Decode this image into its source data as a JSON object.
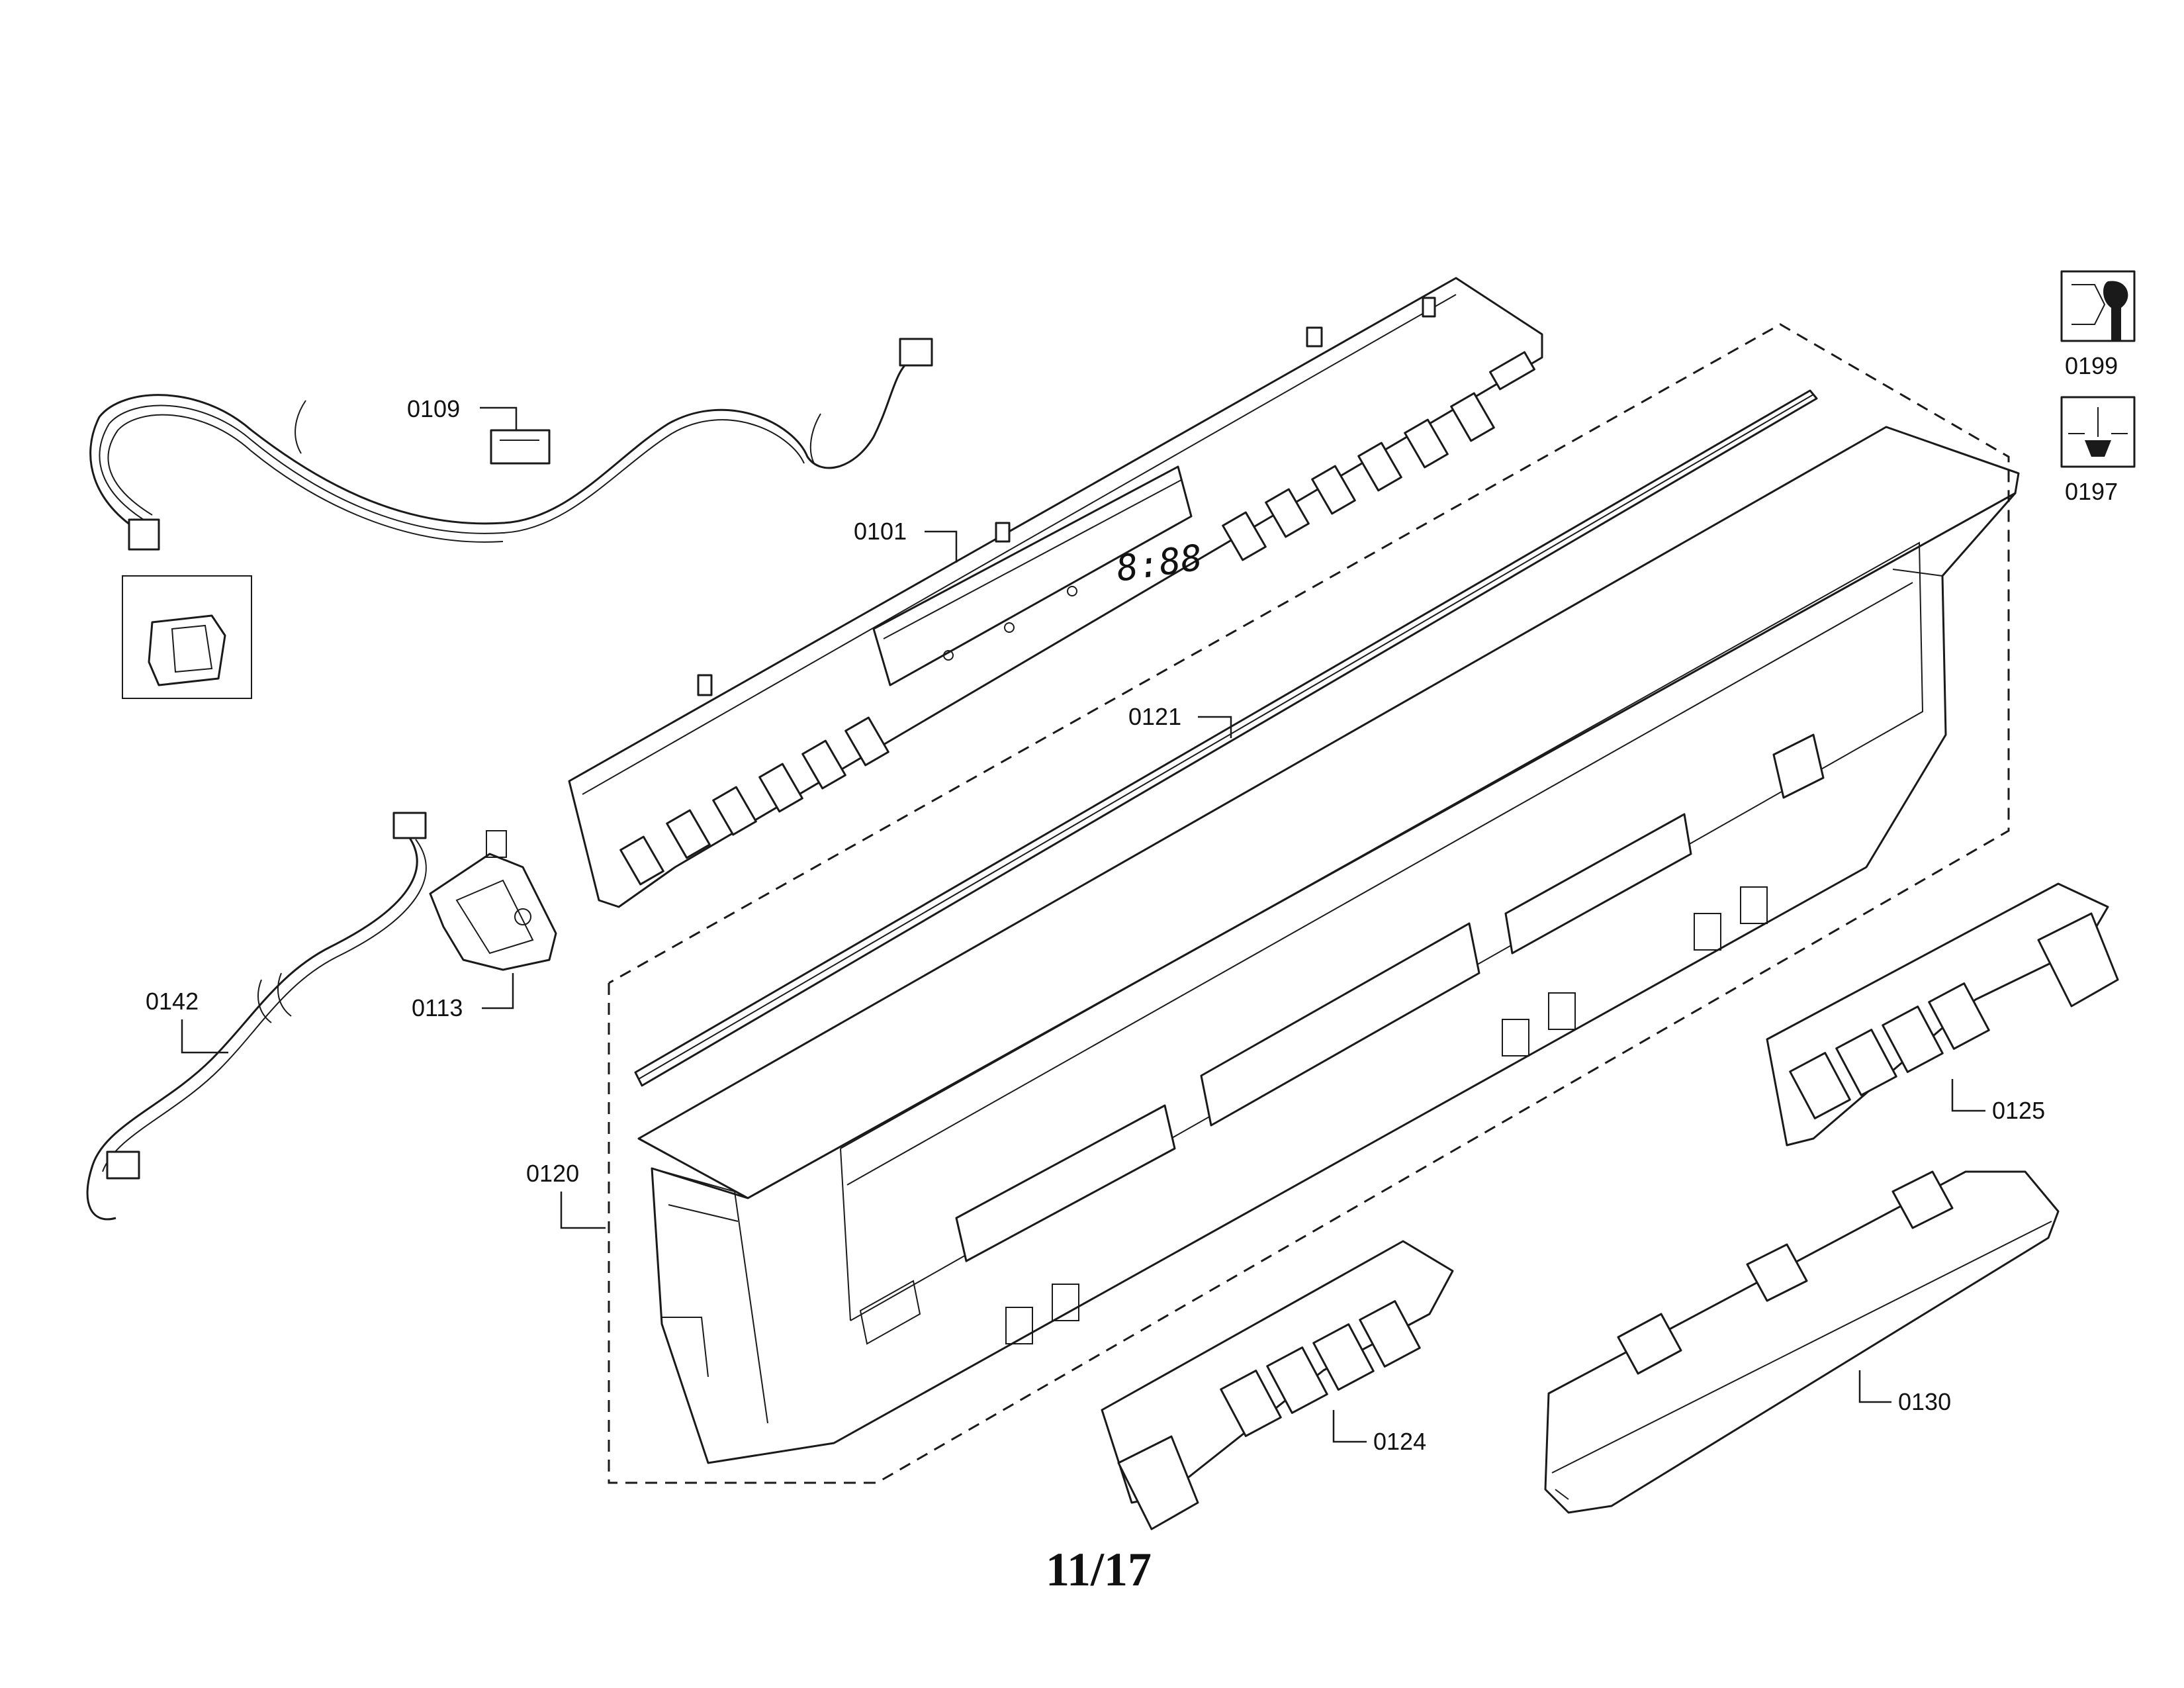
{
  "diagram": {
    "callouts": [
      {
        "id": "0109",
        "label": "0109"
      },
      {
        "id": "0101",
        "label": "0101"
      },
      {
        "id": "0121",
        "label": "0121"
      },
      {
        "id": "0142",
        "label": "0142"
      },
      {
        "id": "0113",
        "label": "0113"
      },
      {
        "id": "0120",
        "label": "0120"
      },
      {
        "id": "0125",
        "label": "0125"
      },
      {
        "id": "0124",
        "label": "0124"
      },
      {
        "id": "0130",
        "label": "0130"
      },
      {
        "id": "0199",
        "label": "0199"
      },
      {
        "id": "0197",
        "label": "0197"
      }
    ],
    "display_digits": "8:88",
    "page_number": "11/17",
    "icons": {
      "0199": "wrench-nut-icon",
      "0197": "screw-icon"
    }
  }
}
